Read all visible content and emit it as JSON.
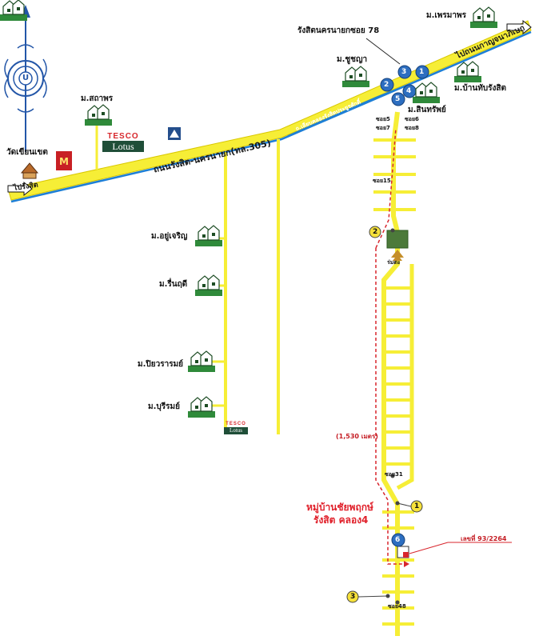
{
  "labels": {
    "wat": "วัดเขียนเขต",
    "to_rangsit": "ไปรังสิต",
    "to_lamlukka": "ไปถนนกาญจนาภิเษก",
    "main_road": "ถนนรังสิต-นครนายก(ทล.305)",
    "side_road": "ถ.เลียบคลองรังสิตประยูรศักดิ์",
    "soi78": "รังสิตนครนายกซอย 78",
    "v_sathaporn": "ม.สถาพร",
    "v_chuchai": "ม.ชูชญา",
    "v_petchmaporn": "ม.เพรมาพร",
    "v_baansubrangsit": "ม.บ้านทับรังสิต",
    "v_sinsap": "ม.สินทรัพย์",
    "v_yoocharoen": "ม.อยู่เจริญ",
    "v_ruenruedee": "ม.รื่นฤดี",
    "v_piyaram": "ม.ปิยวรารมย์",
    "v_burirom": "ม.บุรีรมย์",
    "soi5": "ซอย5",
    "soi6": "ซอย6",
    "soi7": "ซอย7",
    "soi8": "ซอย8",
    "soi15": "ซอย15",
    "soi31": "ซอย31",
    "soi48": "ซอย48",
    "park": "ร่มตะ",
    "distance": "(1,530 เมตร)",
    "project_line1": "หมู่บ้านชัยพฤกษ์",
    "project_line2": "รังสิต คลอง4",
    "plot": "เลขที่ 93/2264",
    "tesco_top": "TESCO",
    "tesco_bottom": "Lotus",
    "compass": "U"
  },
  "markers": {
    "cluster": [
      "1",
      "2",
      "3",
      "4",
      "5"
    ],
    "m6": "6",
    "y1": "1",
    "y2": "2",
    "y3": "3"
  },
  "colors": {
    "road": "#f6ee36",
    "road_edge": "#d9c800",
    "canal": "#1e7fd6",
    "marker_blue": "#2d6ec0",
    "marker_yellow": "#f6e13a",
    "route_red": "#d8262d",
    "village_green": "#2f8a3a",
    "compass_blue": "#2356a8"
  }
}
